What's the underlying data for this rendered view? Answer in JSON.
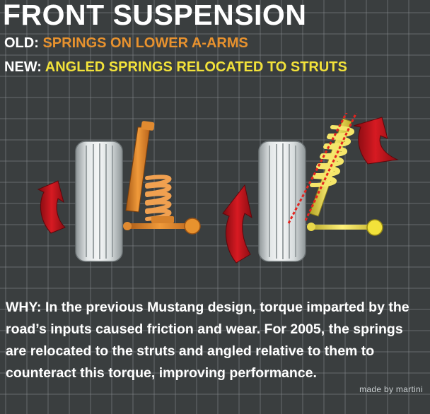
{
  "title": "FRONT SUSPENSION",
  "old": {
    "label": "OLD:",
    "text": "SPRINGS ON LOWER A-ARMS"
  },
  "new": {
    "label": "NEW:",
    "text": "ANGLED SPRINGS RELOCATED TO STRUTS"
  },
  "why": "WHY: In the previous Mustang design, torque imparted by the road’s inputs caused friction and wear. For 2005, the springs are relocated to the struts and angled relative to them to counteract this torque, improving performance.",
  "credit": "made by martini",
  "colors": {
    "background": "#3a3e3f",
    "grid": "#8a8f91",
    "old_accent": "#e8922e",
    "new_accent": "#f2e23a",
    "arrow": "#c8141e"
  },
  "icons": [
    "tire-icon",
    "torque-arrow-icon",
    "coil-spring-icon",
    "strut-icon",
    "a-arm-icon"
  ]
}
